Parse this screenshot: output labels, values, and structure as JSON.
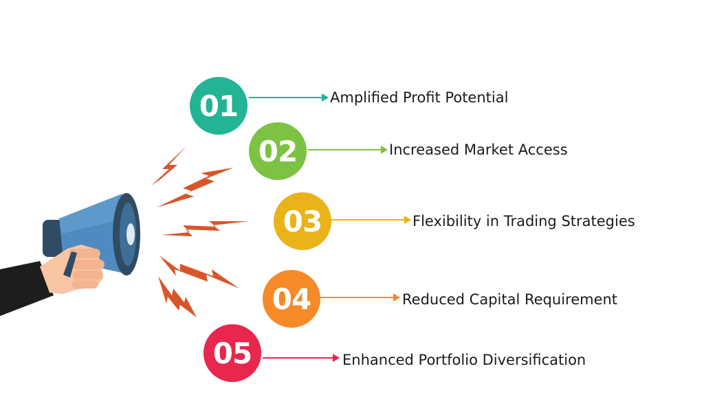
{
  "items": [
    {
      "number": "01",
      "label": "Amplified Profit Potential",
      "color": "#22b495"
    },
    {
      "number": "02",
      "label": "Increased Market Access",
      "color": "#7dc243"
    },
    {
      "number": "03",
      "label": "Flexibility in Trading Strategies",
      "color": "#e9b319"
    },
    {
      "number": "04",
      "label": "Reduced Capital Requirement",
      "color": "#f58a27"
    },
    {
      "number": "05",
      "label": "Enhanced Portfolio Diversification",
      "color": "#e8264e"
    }
  ],
  "icons": {
    "megaphone": "megaphone-icon",
    "hand": "hand-icon",
    "lightning": "lightning-bolt-icon"
  },
  "colors": {
    "megaphone_body": "#4f8bc0",
    "megaphone_dark": "#2f4c64",
    "bolt": "#d8552a",
    "skin": "#f7c5a4",
    "sleeve": "#1d1d1d"
  }
}
